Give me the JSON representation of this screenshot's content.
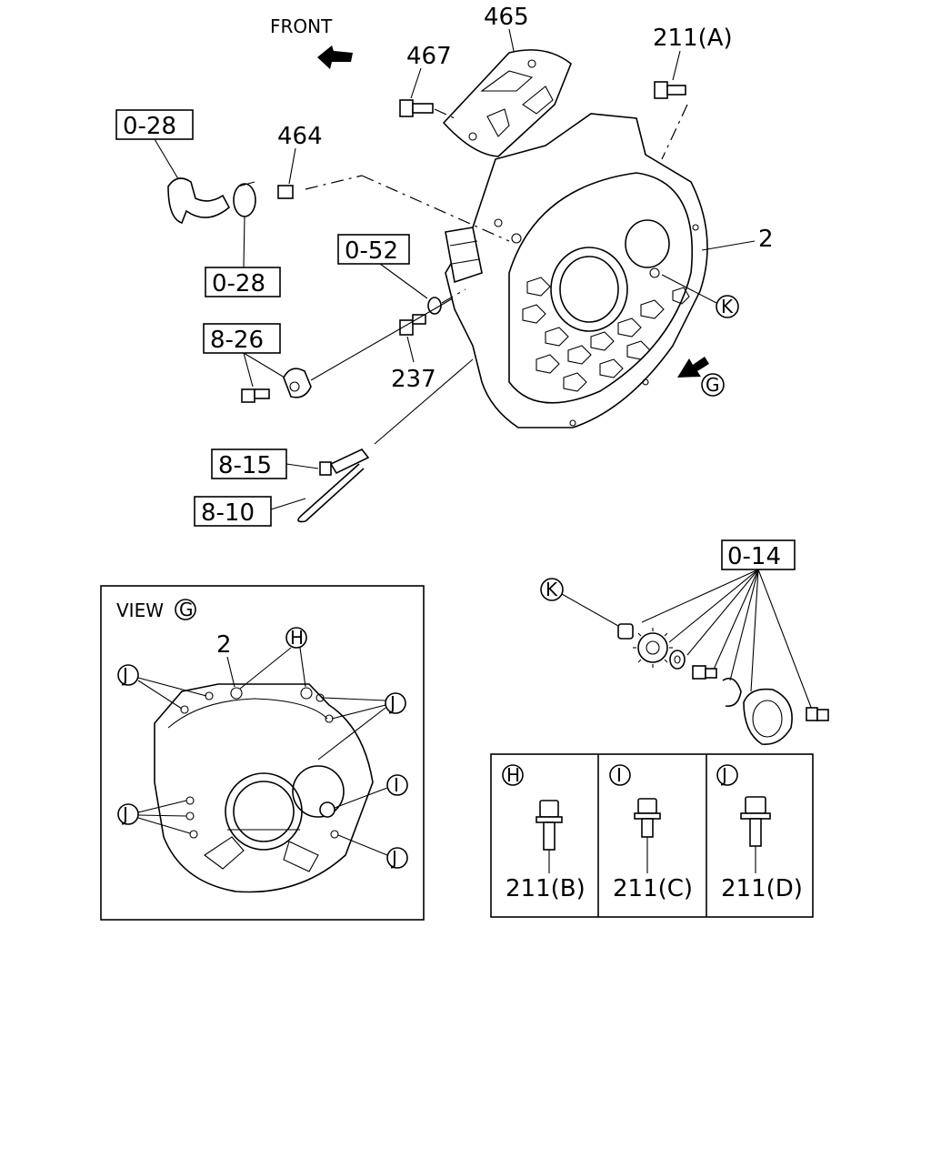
{
  "front_label": "FRONT",
  "view_label": "VIEW",
  "letters": {
    "g": "G",
    "h": "H",
    "i": "I",
    "j": "J",
    "k": "K"
  },
  "part_numbers": {
    "p465": "465",
    "p467": "467",
    "p211a": "211(A)",
    "p464": "464",
    "p2": "2",
    "p237": "237",
    "p211b": "211(B)",
    "p211c": "211(C)",
    "p211d": "211(D)"
  },
  "ref_boxes": {
    "r028_top": "0-28",
    "r028_bottom": "0-28",
    "r052": "0-52",
    "r826": "8-26",
    "r815": "8-15",
    "r810": "8-10",
    "r014": "0-14"
  }
}
